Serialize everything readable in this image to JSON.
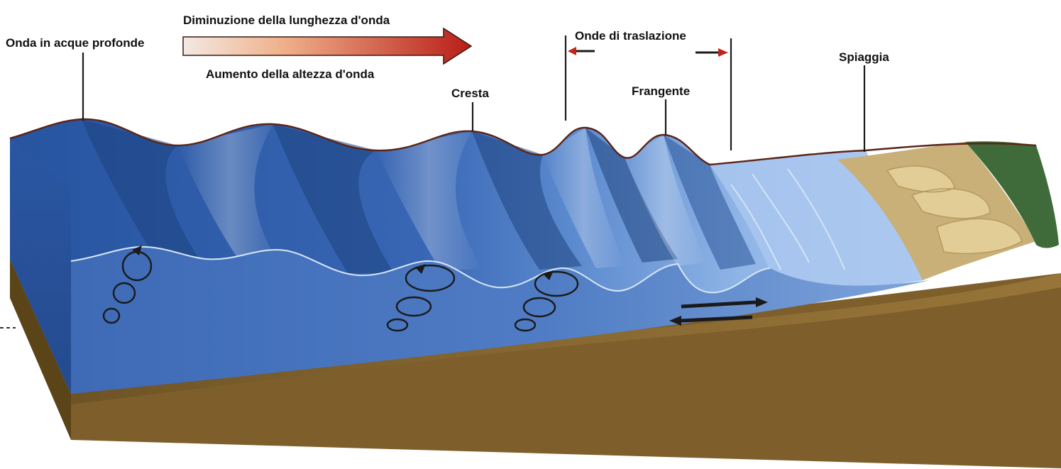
{
  "labels": {
    "deep_water_wave": "Onda in acque profonde",
    "wavelength_decrease": "Diminuzione della lunghezza d'onda",
    "wave_height_increase": "Aumento della altezza d'onda",
    "crest": "Cresta",
    "translation_waves": "Onde di traslazione",
    "breaker": "Frangente",
    "beach": "Spiaggia"
  },
  "colors": {
    "deep_water": "#2d5aa8",
    "shallow_water": "#8fb6e6",
    "sea_floor": "#8a6a35",
    "beach_sand": "#c9b27a",
    "vegetation": "#3f6b3a",
    "arrow_start": "#f4e6dc",
    "arrow_end": "#c0221c"
  }
}
